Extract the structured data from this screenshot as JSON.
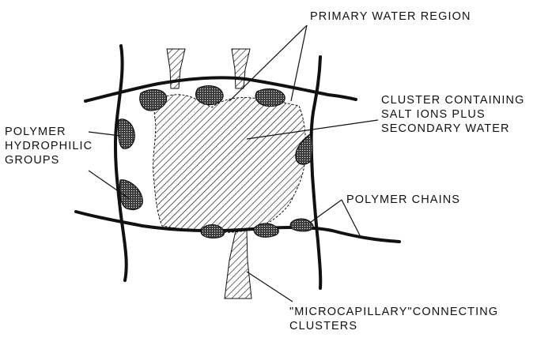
{
  "labels": {
    "primary_water_region": "PRIMARY WATER REGION",
    "cluster": {
      "line1": "CLUSTER CONTAINING",
      "line2": "SALT IONS PLUS",
      "line3": "SECONDARY WATER"
    },
    "hydrophilic": {
      "line1": "POLYMER",
      "line2": "HYDROPHILIC",
      "line3": "GROUPS"
    },
    "polymer_chains": "POLYMER CHAINS",
    "microcapillary": {
      "line1": "\"MICROCAPILLARY\"CONNECTING",
      "line2": "CLUSTERS"
    }
  },
  "colors": {
    "ink": "#111111",
    "background": "#ffffff"
  }
}
